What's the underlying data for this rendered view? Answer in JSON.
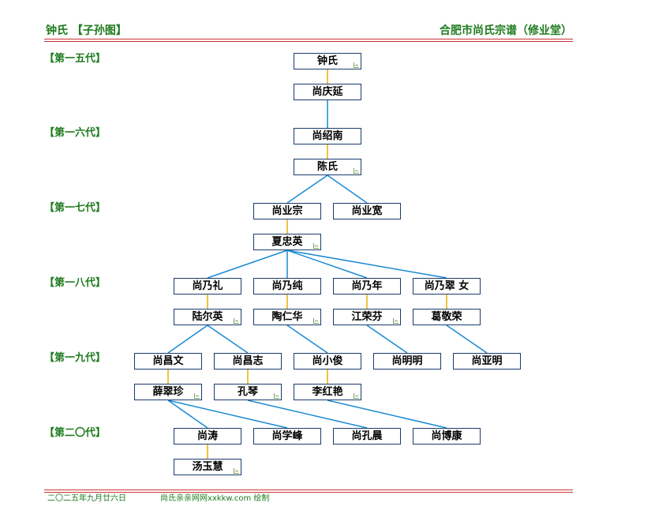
{
  "header": {
    "left": "钟氏 【子孙图】",
    "right": "合肥市尚氏宗谱（修业堂）"
  },
  "generations": [
    "【第一五代】",
    "【第一六代】",
    "【第一七代】",
    "【第一八代】",
    "【第一九代】",
    "【第二〇代】"
  ],
  "people": {
    "n1": "钟氏",
    "n2": "尚庆延",
    "n3": "尚绍南",
    "n4": "陈氏",
    "n5": "尚业宗",
    "n6": "尚业宽",
    "n7": "夏忠英",
    "n8": "尚乃礼",
    "n9": "尚乃纯",
    "n10": "尚乃年",
    "n11": "尚乃翠 女",
    "n12": "陆尔英",
    "n13": "陶仁华",
    "n14": "江荣芬",
    "n15": "葛敬荣",
    "n16": "尚昌文",
    "n17": "尚昌志",
    "n18": "尚小俊",
    "n19": "尚明明",
    "n20": "尚亚明",
    "n21": "薛翠珍",
    "n22": "孔琴",
    "n23": "李红艳",
    "n24": "尚涛",
    "n25": "尚学峰",
    "n26": "尚孔晨",
    "n27": "尚博康",
    "n28": "汤玉慧"
  },
  "colors": {
    "header_text": "#1e7b1e",
    "rule": "#cc3333",
    "descent_line": "#1a8ad4",
    "spouse_line": "#e8b000",
    "box_border": "#1a3a6e"
  },
  "footer": {
    "date": "二〇二五年九月廿六日",
    "credit": "尚氏亲亲网网xxkkw.com 绘制"
  }
}
